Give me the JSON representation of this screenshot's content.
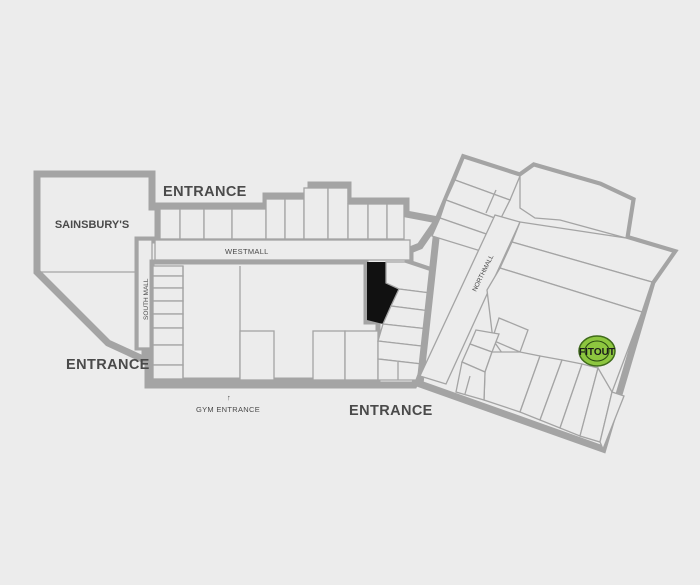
{
  "labels": {
    "sainsburys": "SAINSBURY'S",
    "entrance_top": "ENTRANCE",
    "entrance_left": "ENTRANCE",
    "entrance_bottom": "ENTRANCE",
    "west_mall": "WESTMALL",
    "south_mall": "SOUTH MALL",
    "north_mall": "NORTHMALL",
    "gym_entrance": "GYM ENTRANCE",
    "gym_arrow": "↑"
  },
  "logo": {
    "text": "FITOUT",
    "accent_color": "#8dc63f"
  },
  "colors": {
    "background": "#ececec",
    "wall": "#a4a4a4",
    "highlight_unit": "#111111",
    "text": "#4a4a4a"
  }
}
